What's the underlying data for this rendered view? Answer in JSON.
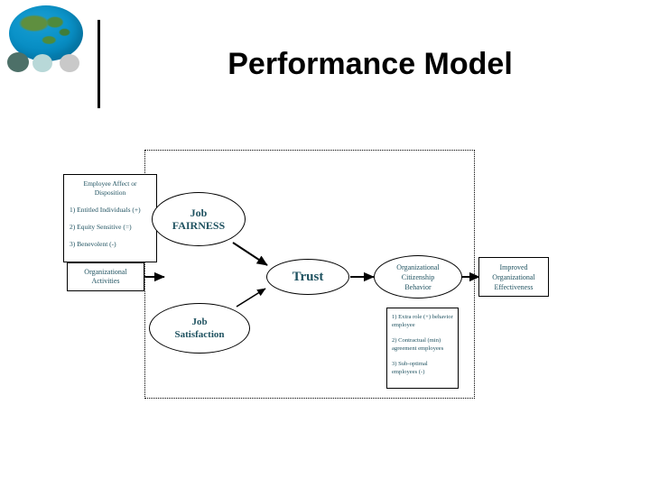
{
  "slide": {
    "title": "Performance Model",
    "logo_icon": "globe-icon"
  },
  "diagram": {
    "affect_box": {
      "heading": "Employee Affect or Disposition",
      "items": [
        "1) Entitled Individuals (+)",
        "2) Equity Sensitive (=)",
        "3) Benevolent (-)"
      ]
    },
    "job_fairness": {
      "line1": "Job",
      "line2": "FAIRNESS"
    },
    "org_activities": {
      "line1": "Organizational",
      "line2": "Activities"
    },
    "job_satisfaction": {
      "line1": "Job",
      "line2": "Satisfaction"
    },
    "trust": {
      "label": "Trust"
    },
    "ocb": {
      "line1": "Organizational",
      "line2": "Citizenship",
      "line3": "Behavior"
    },
    "effectiveness": {
      "line1": "Improved",
      "line2": "Organizational",
      "line3": "Effectiveness"
    },
    "ocb_list": {
      "items": [
        "1) Extra role  (+) behavior employee",
        "2) Contractual (min) agreement employees",
        "3) Sub-optimal employees (-)"
      ]
    },
    "colors": {
      "text_teal": "#1f5260",
      "title_black": "#000000",
      "stroke": "#000000"
    }
  }
}
